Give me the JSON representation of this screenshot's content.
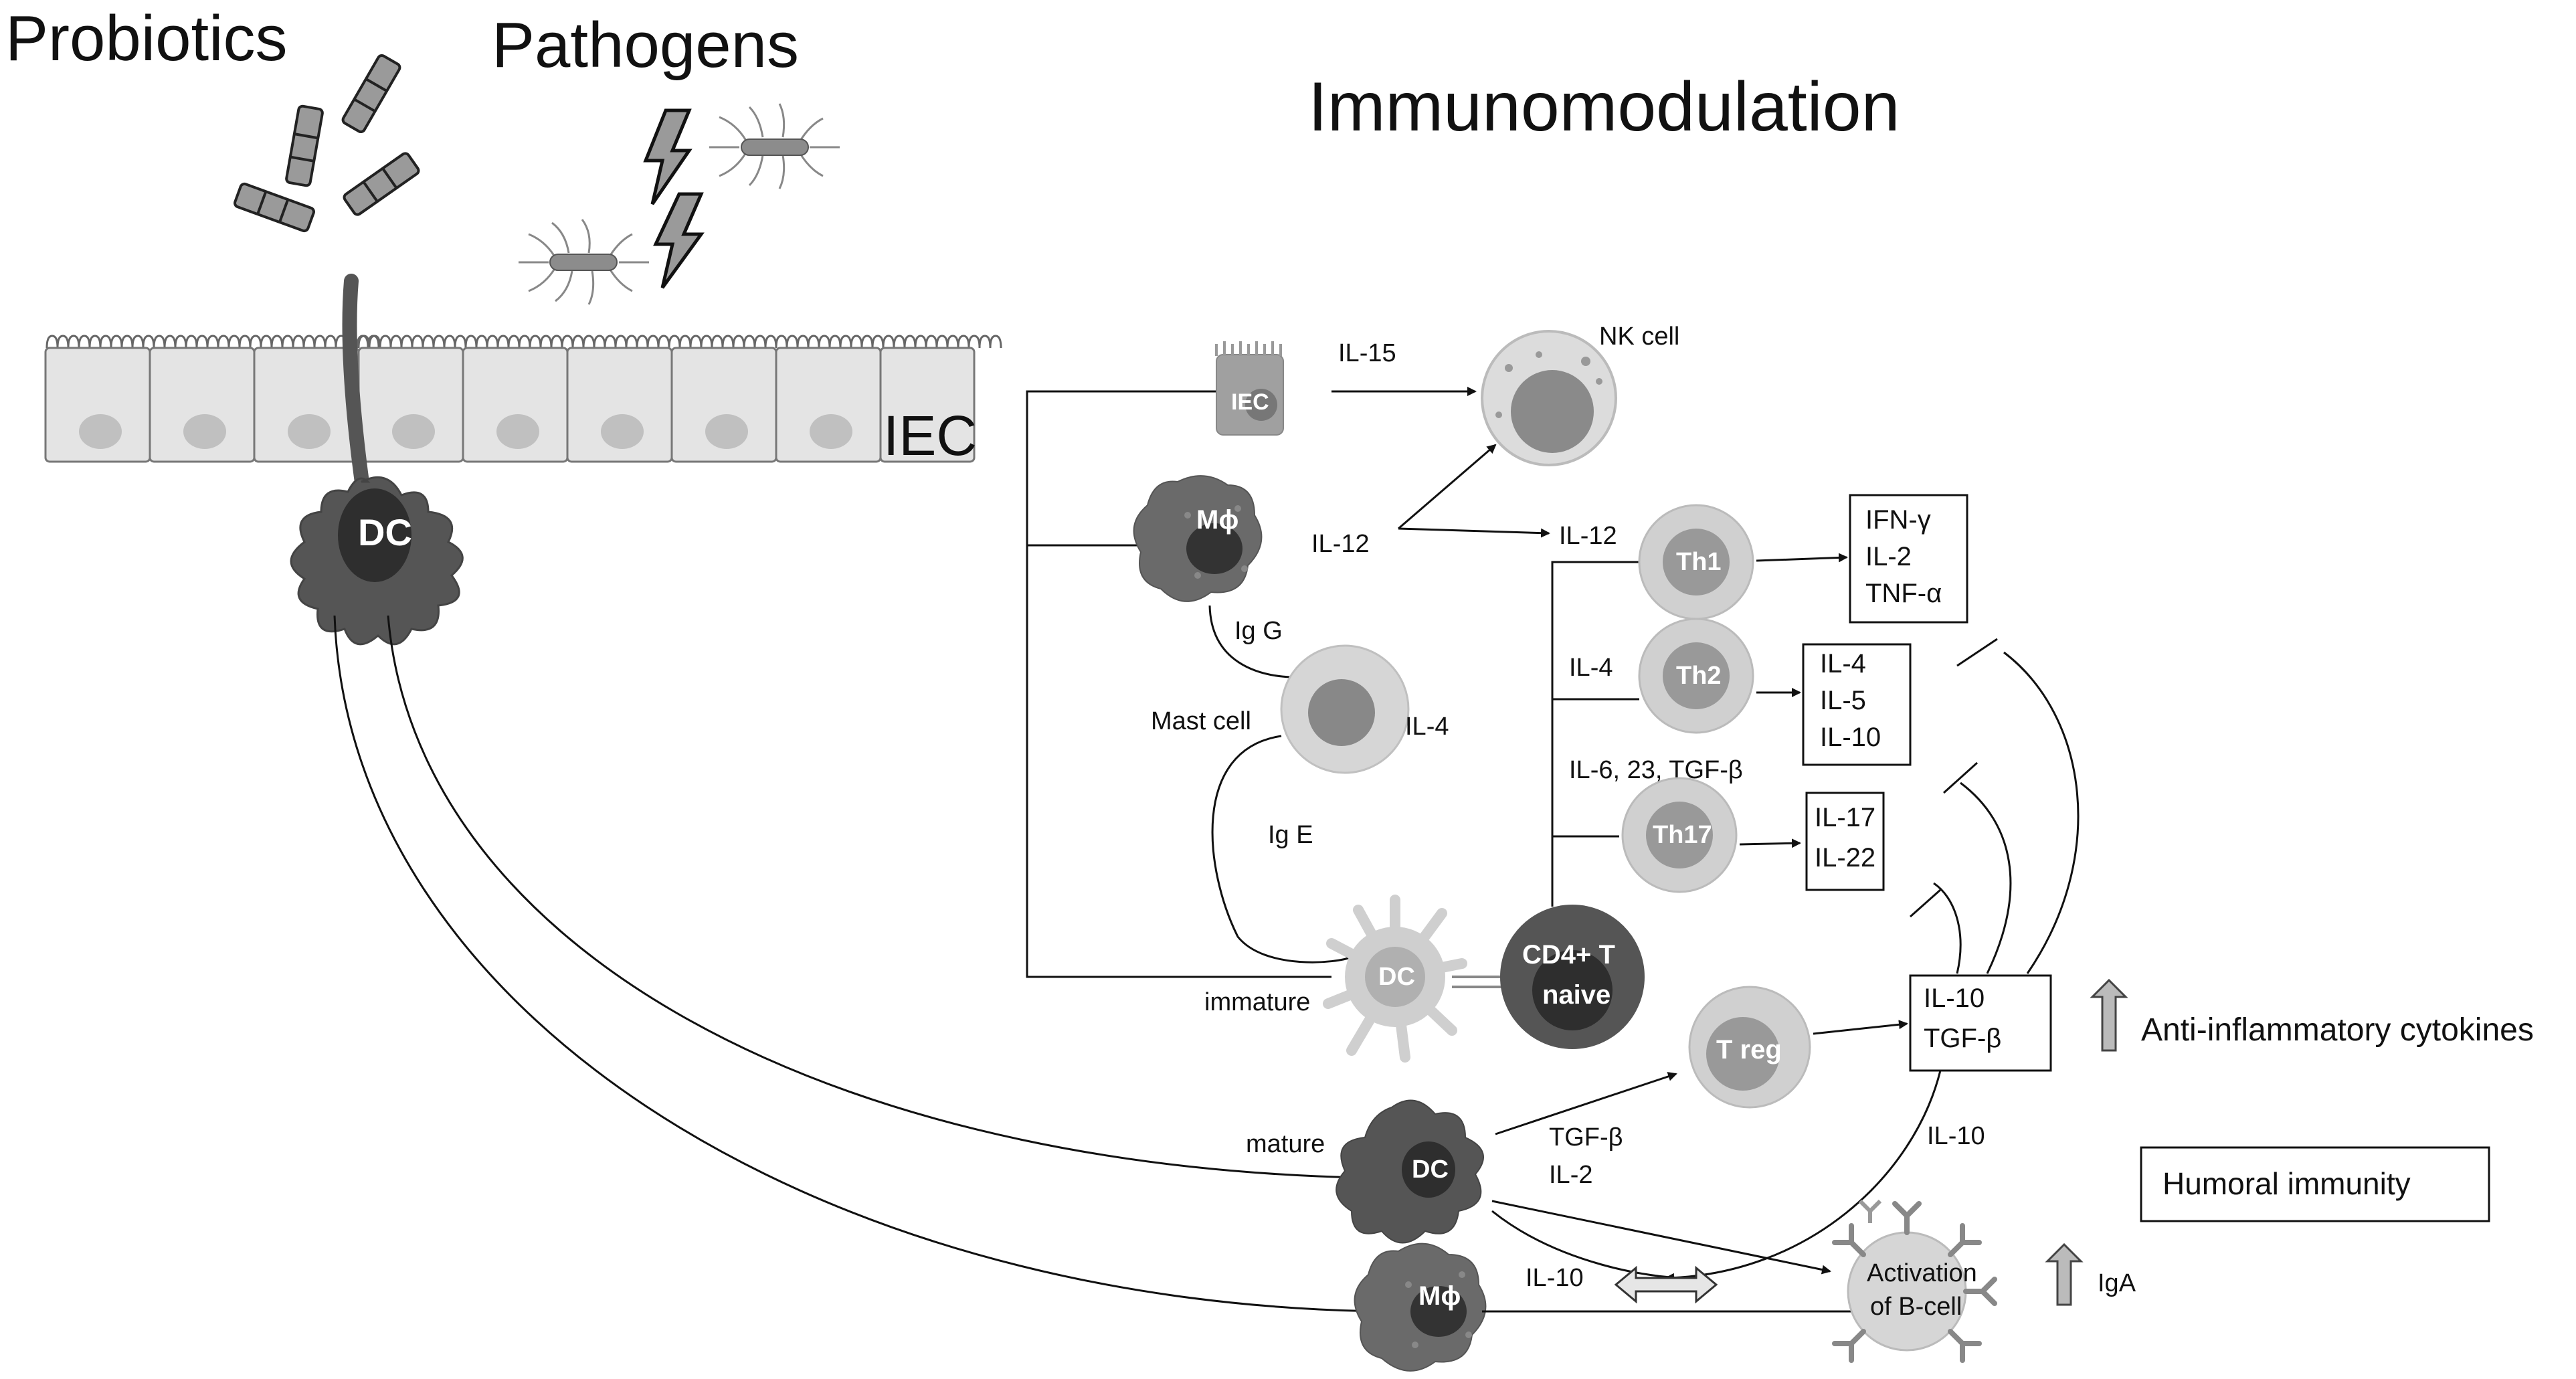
{
  "labels": {
    "probiotics": "Probiotics",
    "pathogens": "Pathogens",
    "title": "Immunomodulation",
    "iec_layer": "IEC",
    "dc_main": "DC",
    "iec_cell": "IEC",
    "il15": "IL-15",
    "nk_cell": "NK cell",
    "macrophage": "Mϕ",
    "il12_a": "IL-12",
    "il12_b": "IL-12",
    "igg": "Ig G",
    "mast_cell": "Mast cell",
    "il4_mast": "IL-4",
    "ige": "Ig E",
    "immature": "immature",
    "dc_immature": "DC",
    "cd4_line1": "CD4+ T",
    "cd4_line2": "naive",
    "th1": "Th1",
    "th2": "Th2",
    "th17": "Th17",
    "il4_th2": "IL-4",
    "il6_23_tgfb": "IL-6, 23, TGF-β",
    "treg": "T reg",
    "mature": "mature",
    "dc_mature": "DC",
    "tgfb_dc": "TGF-β",
    "il2_dc": "IL-2",
    "macrophage_bottom": "Mϕ",
    "il10_bottom": "IL-10",
    "il10_right": "IL-10",
    "bcell_line1": "Activation",
    "bcell_line2": "of B-cell",
    "iga": "IgA",
    "anti_inflammatory": "Anti-inflammatory cytokines",
    "humoral": "Humoral immunity"
  },
  "boxes": {
    "th1_out": [
      "IFN-γ",
      "IL-2",
      "TNF-α"
    ],
    "th2_out": [
      "IL-4",
      "IL-5",
      "IL-10"
    ],
    "th17_out": [
      "IL-17",
      "IL-22"
    ],
    "treg_out": [
      "IL-10",
      "TGF-β"
    ]
  },
  "colors": {
    "cell_light": "#d2d2d2",
    "cell_mid": "#a8a8a8",
    "cell_dark": "#555555",
    "nucleus_dark": "#3a3a3a",
    "epithelium": "#e4e4e4"
  }
}
